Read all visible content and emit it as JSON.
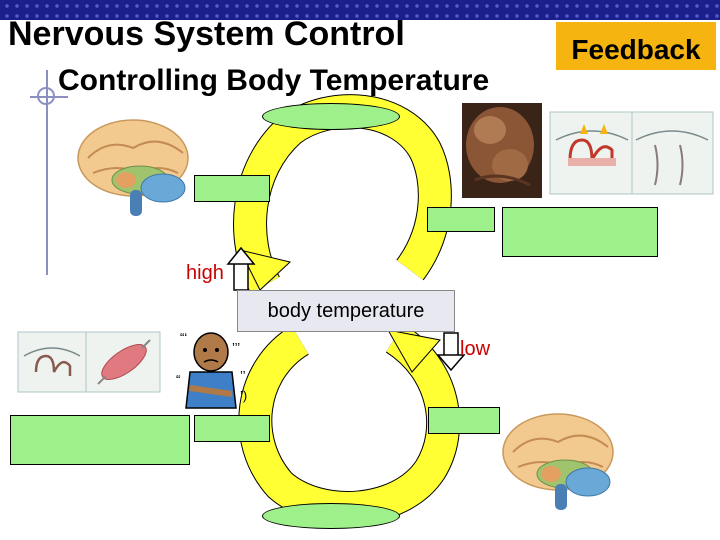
{
  "slide": {
    "title": "Nervous System Control",
    "subtitle": "Controlling Body Temperature",
    "badge": "Feedback"
  },
  "diagram": {
    "center_label": "body temperature",
    "high_label": "high",
    "low_label": "low"
  },
  "colors": {
    "header_bar": "#1a1f8c",
    "badge": "#f5b40f",
    "arrow_fill": "#ffff33",
    "box_fill": "#9ef08a",
    "label_red": "#cc0000"
  },
  "icons": [
    "brain-icon",
    "muscle-icon",
    "skin-vessels-icon",
    "shivering-person-icon",
    "skin-muscle-icon"
  ]
}
